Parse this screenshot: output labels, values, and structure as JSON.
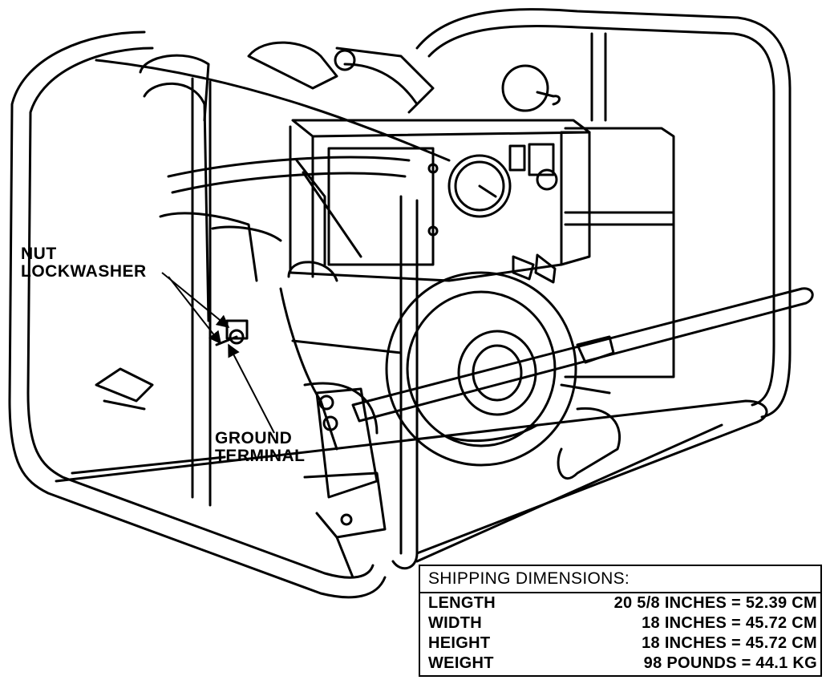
{
  "callouts": {
    "nut_lockwasher": [
      "NUT",
      "LOCKWASHER"
    ],
    "ground_terminal": [
      "GROUND",
      "TERMINAL"
    ]
  },
  "shipping": {
    "title": "SHIPPING DIMENSIONS:",
    "rows": [
      {
        "label": "LENGTH",
        "value": "20 5/8 INCHES = 52.39 CM"
      },
      {
        "label": "WIDTH",
        "value": "18 INCHES = 45.72 CM"
      },
      {
        "label": "HEIGHT",
        "value": "18 INCHES = 45.72 CM"
      },
      {
        "label": "WEIGHT",
        "value": "98 POUNDS = 44.1 KG"
      }
    ]
  },
  "icons": [
    "generator-illustration",
    "leader-arrow-icon"
  ],
  "colors": {
    "ink": "#000000",
    "paper": "#ffffff"
  }
}
